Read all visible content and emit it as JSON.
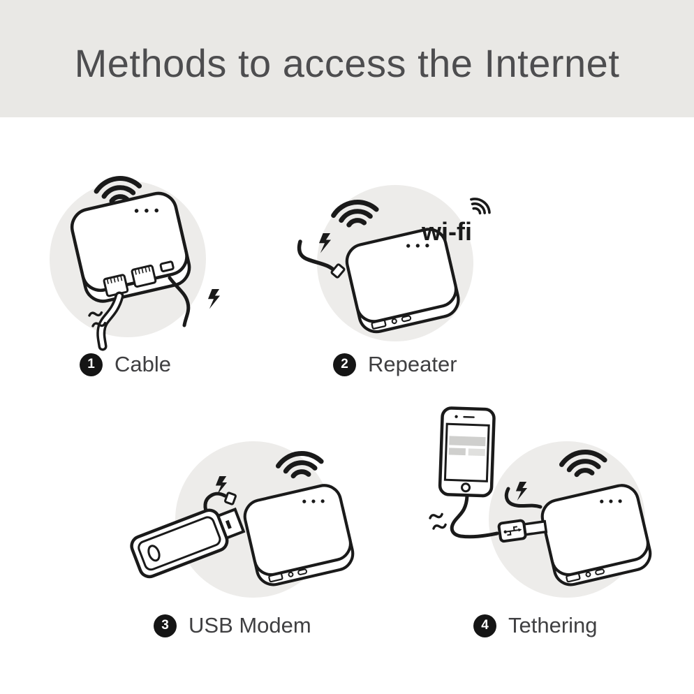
{
  "page": {
    "title": "Methods to access the Internet"
  },
  "items": [
    {
      "number": "1",
      "label": "Cable"
    },
    {
      "number": "2",
      "label": "Repeater"
    },
    {
      "number": "3",
      "label": "USB Modem"
    },
    {
      "number": "4",
      "label": "Tethering"
    }
  ],
  "wifi_logo_text": "wi-fi",
  "colors": {
    "header_bg": "#e9e8e5",
    "circle_bg": "#edecea",
    "line": "#1a1a1a",
    "title_text": "#4d4d4f",
    "label_text": "#3f3f41",
    "badge_bg": "#151515",
    "badge_text": "#ffffff"
  }
}
